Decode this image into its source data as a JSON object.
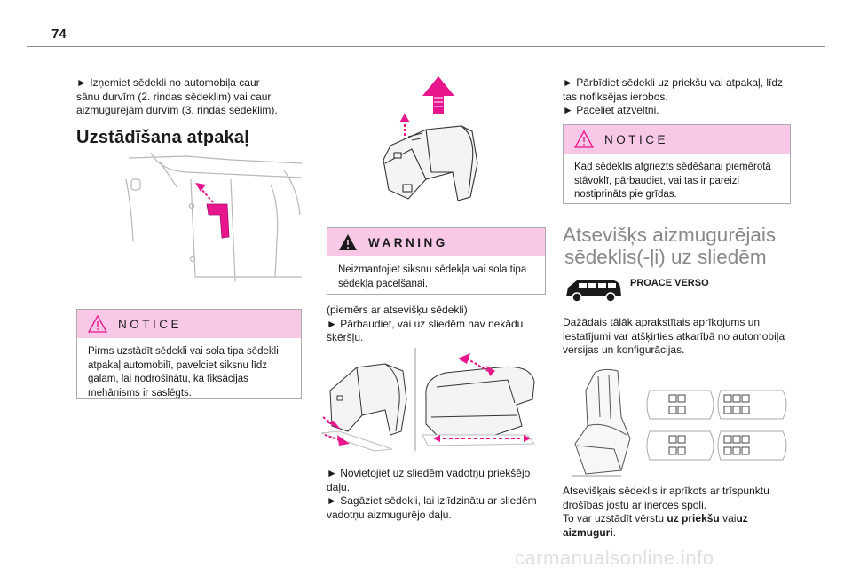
{
  "page": {
    "number": "74"
  },
  "col1": {
    "intro_lines": [
      "► Izņemiet sēdekli no automobiļa caur",
      "sānu durvīm (2. rindas sēdeklim) vai caur",
      "aizmugurējām durvīm (3. rindas sēdeklim)."
    ],
    "heading": "Uzstādīšana atpakaļ",
    "notice": {
      "title": "NOTICE",
      "lines": [
        "Pirms uzstādīt sēdekli vai sola tipa sēdekli",
        "atpakaļ automobilī, pavelciet siksnu līdz",
        "galam, lai nodrošinātu, ka fiksācijas",
        "mehānisms ir saslēgts."
      ]
    }
  },
  "col2": {
    "warning": {
      "title": "WARNING",
      "lines": [
        "Neizmantojiet siksnu sēdekļa vai sola tipa",
        "sēdekļa pacelšanai."
      ]
    },
    "example_lines": [
      "(piemērs ar atsevišķu sēdekli)",
      "► Pārbaudiet, vai uz sliedēm nav nekādu",
      "šķēršļu."
    ],
    "bottom_lines": [
      "► Novietojiet uz sliedēm vadotņu priekšējo",
      "daļu.",
      "► Sagāziet sēdekli, lai izlīdzinātu ar sliedēm",
      "vadotņu aizmugurējo daļu."
    ]
  },
  "col3": {
    "top_lines": [
      "► Pārbīdiet sēdekli uz priekšu vai atpakaļ, līdz",
      "tas nofiksējas ierobos.",
      "► Paceliet atzveltni."
    ],
    "notice": {
      "title": "NOTICE",
      "lines": [
        "Kad sēdeklis atgriezts sēdēšanai piemērotā",
        "stāvoklī, pārbaudiet, vai tas ir pareizi",
        "nostiprināts pie grīdas."
      ]
    },
    "heading_lines": [
      "Atsevišķs aizmugurējais",
      "sēdeklis(-ļi) uz sliedēm"
    ],
    "vehicle_label": "PROACE VERSO",
    "desc_lines": [
      "Dažādais tālāk aprakstītais aprīkojums un",
      "iestatījumi var atšķirties atkarībā no automobiļa",
      "versijas un konfigurācijas."
    ],
    "final": {
      "line1": "Atsevišķais sēdeklis ir aprīkots ar trīspunktu",
      "line2": "drošības jostu ar inerces spoli.",
      "line3_pre": "To var uzstādīt vērstu ",
      "line3_b1": "uz priekšu",
      "line3_mid": " vai",
      "line3_b2": "uz",
      "line4_b": "aizmuguri",
      "line4_post": "."
    }
  },
  "footer": {
    "watermark": "carmanualsonline.info"
  },
  "colors": {
    "accent": "#e8168c",
    "notice_header": "#f8c8e6",
    "heading_gray": "#888888"
  }
}
